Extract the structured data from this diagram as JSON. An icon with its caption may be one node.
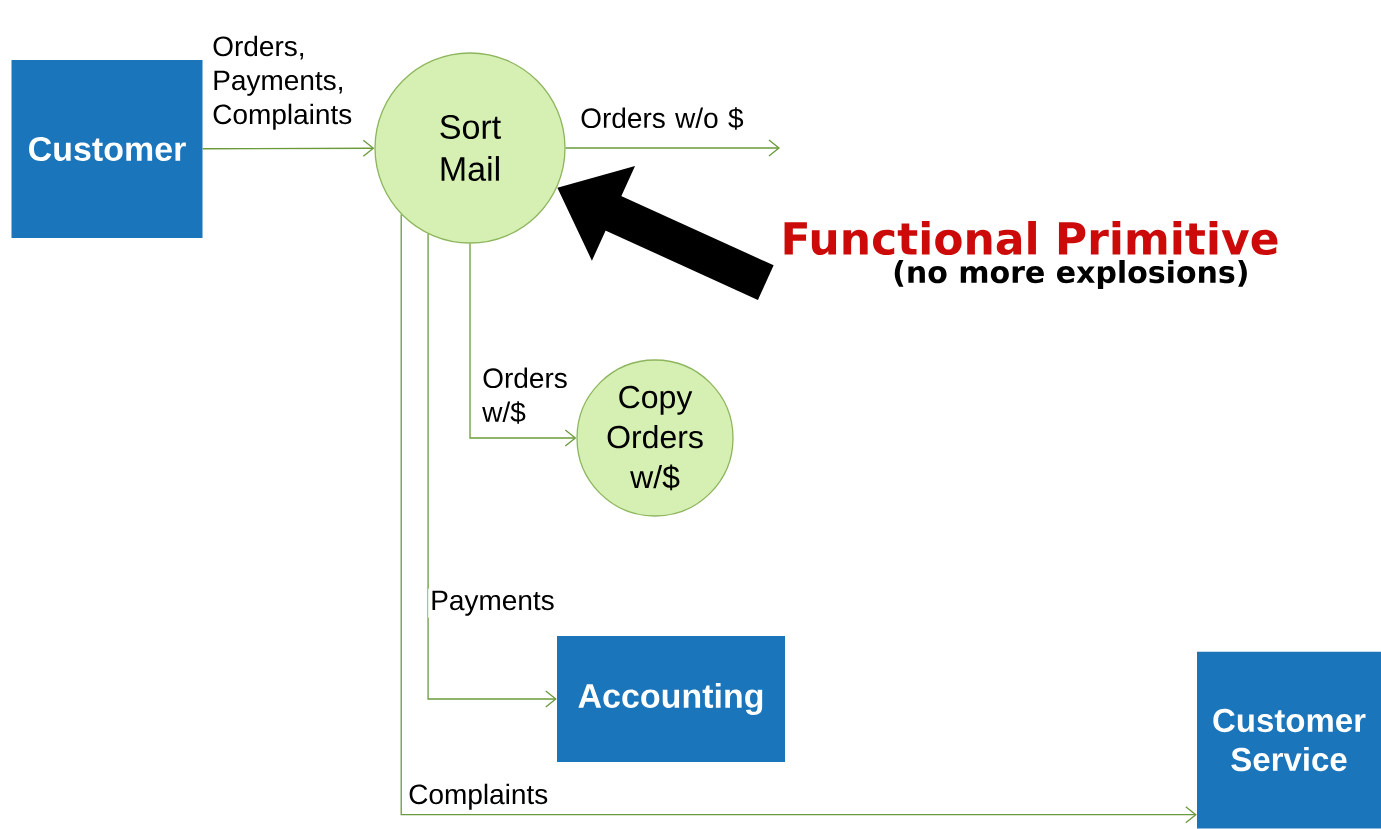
{
  "diagram": {
    "nodes": [
      {
        "text": [
          "Customer"
        ]
      },
      {
        "text": [
          "Sort Mail"
        ]
      },
      {
        "text": [
          "Copy Orders w/$"
        ]
      },
      {
        "text": [
          "Accounting"
        ]
      },
      {
        "text": [
          "Customer Service"
        ]
      },
      {
        "text": [
          "Functional Primitive",
          "(no more explosions)"
        ]
      }
    ],
    "edges": [
      {
        "from": 0,
        "to": 1,
        "arrow": "to",
        "label": "Orders, Payments, Complaints"
      },
      {
        "from": 1,
        "to": null,
        "arrow": "to",
        "label": "Orders w/o $"
      },
      {
        "from": 1,
        "to": 2,
        "arrow": "to",
        "label": "Orders w/$"
      },
      {
        "from": 1,
        "to": 3,
        "arrow": "to",
        "label": "Payments"
      },
      {
        "from": 1,
        "to": 4,
        "arrow": "to",
        "label": "Complaints"
      },
      {
        "from": 5,
        "to": 1,
        "arrow": "to",
        "style": "thick",
        "color": "#000000"
      }
    ]
  }
}
